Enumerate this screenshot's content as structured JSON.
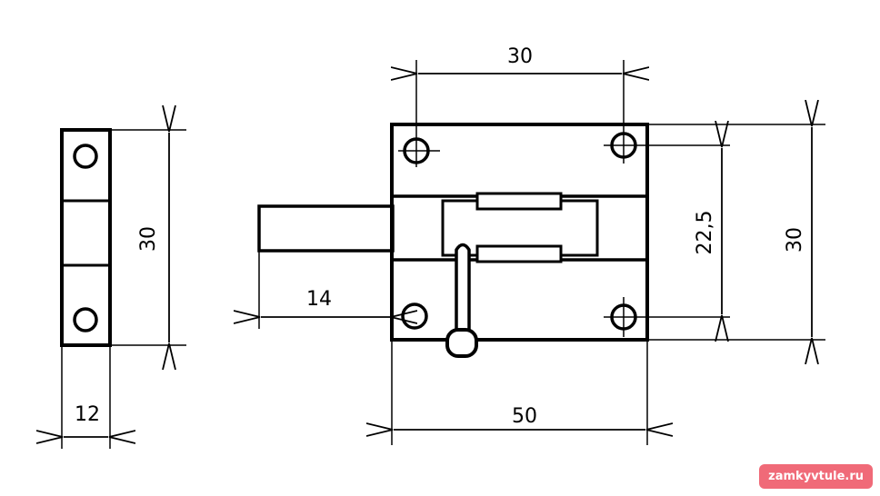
{
  "dimensions": {
    "side_height": "30",
    "side_width": "12",
    "top_spacing": "30",
    "bolt_length": "14",
    "hole_spacing": "22,5",
    "body_height": "30",
    "body_width": "50"
  },
  "watermark": {
    "text": "zamkyvtule.ru",
    "color": "#f06a78"
  }
}
